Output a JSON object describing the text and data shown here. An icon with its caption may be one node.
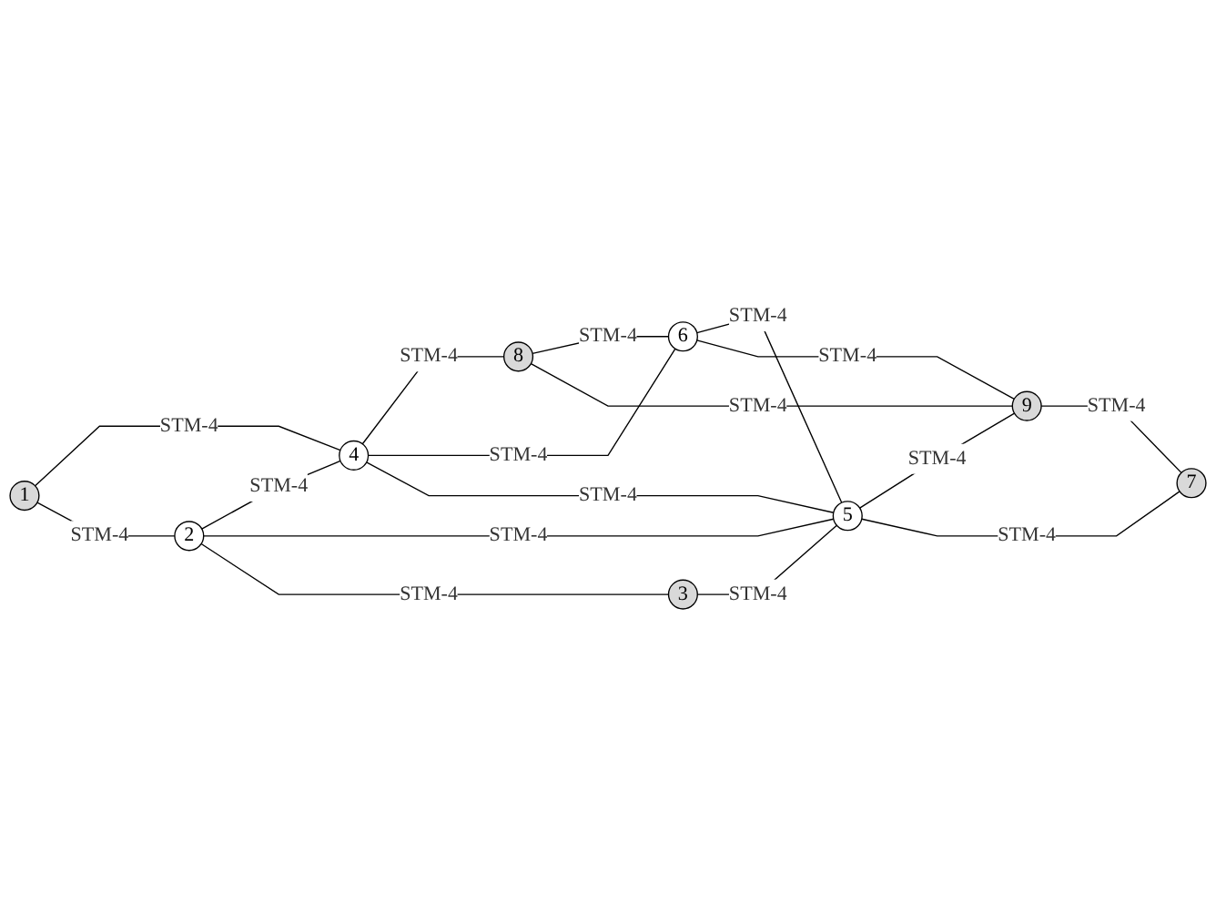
{
  "diagram": {
    "nodes": [
      {
        "text": [
          "1"
        ]
      },
      {
        "text": [
          "4"
        ]
      },
      {
        "text": [
          "8"
        ]
      },
      {
        "text": [
          "2"
        ]
      },
      {
        "text": [
          "6"
        ]
      },
      {
        "text": [
          "5"
        ]
      },
      {
        "text": [
          "9"
        ]
      },
      {
        "text": [
          "3"
        ]
      },
      {
        "text": [
          "7"
        ]
      }
    ],
    "edges": [
      {
        "from": 0,
        "to": 1,
        "arrow": "none",
        "label": "STM-4"
      },
      {
        "from": 0,
        "to": 3,
        "arrow": "none",
        "label": "STM-4"
      },
      {
        "from": 3,
        "to": 1,
        "arrow": "none",
        "label": "STM-4"
      },
      {
        "from": 1,
        "to": 2,
        "arrow": "none",
        "label": "STM-4"
      },
      {
        "from": 1,
        "to": 4,
        "arrow": "none",
        "label": "STM-4"
      },
      {
        "from": 1,
        "to": 5,
        "arrow": "none",
        "label": "STM-4"
      },
      {
        "from": 2,
        "to": 4,
        "arrow": "none",
        "label": "STM-4"
      },
      {
        "from": 2,
        "to": 6,
        "arrow": "none",
        "label": "STM-4"
      },
      {
        "from": 3,
        "to": 5,
        "arrow": "none",
        "label": "STM-4"
      },
      {
        "from": 3,
        "to": 7,
        "arrow": "none",
        "label": "STM-4"
      },
      {
        "from": 4,
        "to": 5,
        "arrow": "none",
        "label": "STM-4"
      },
      {
        "from": 4,
        "to": 6,
        "arrow": "none",
        "label": "STM-4"
      },
      {
        "from": 5,
        "to": 6,
        "arrow": "none",
        "label": "STM-4"
      },
      {
        "from": 7,
        "to": 5,
        "arrow": "none",
        "label": "STM-4"
      },
      {
        "from": 5,
        "to": 8,
        "arrow": "none",
        "label": "STM-4"
      },
      {
        "from": 6,
        "to": 8,
        "arrow": "none",
        "label": "STM-4"
      }
    ]
  }
}
